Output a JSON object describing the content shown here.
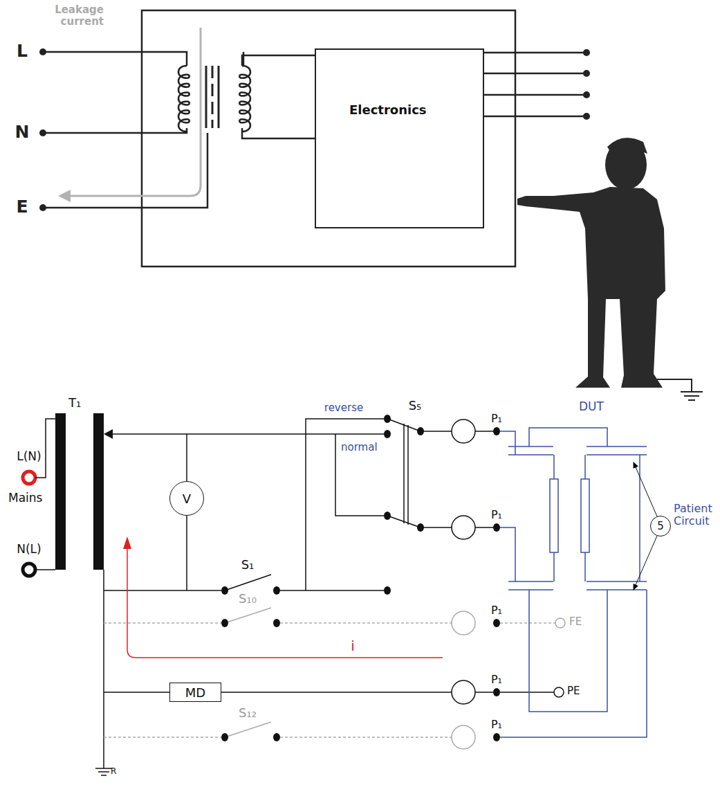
{
  "diagram": {
    "nodes": [
      {
        "text": [
          "Electronics"
        ]
      },
      {
        "text": [
          "V"
        ]
      },
      {
        "text": [
          "MD"
        ]
      },
      {
        "text": [
          "5"
        ]
      }
    ],
    "labels": [
      "Leakage current",
      "L",
      "N",
      "E",
      "DUT",
      "L(N)",
      "T₁",
      "reverse",
      "S₅",
      "P₁",
      "Mains",
      "normal",
      "Patient Circuit",
      "P₁",
      "N(L)",
      "S₁",
      "S₁₀",
      "P₁",
      "FE",
      "i",
      "P₁",
      "PE",
      "S₁₂",
      "P₁",
      "R"
    ]
  }
}
